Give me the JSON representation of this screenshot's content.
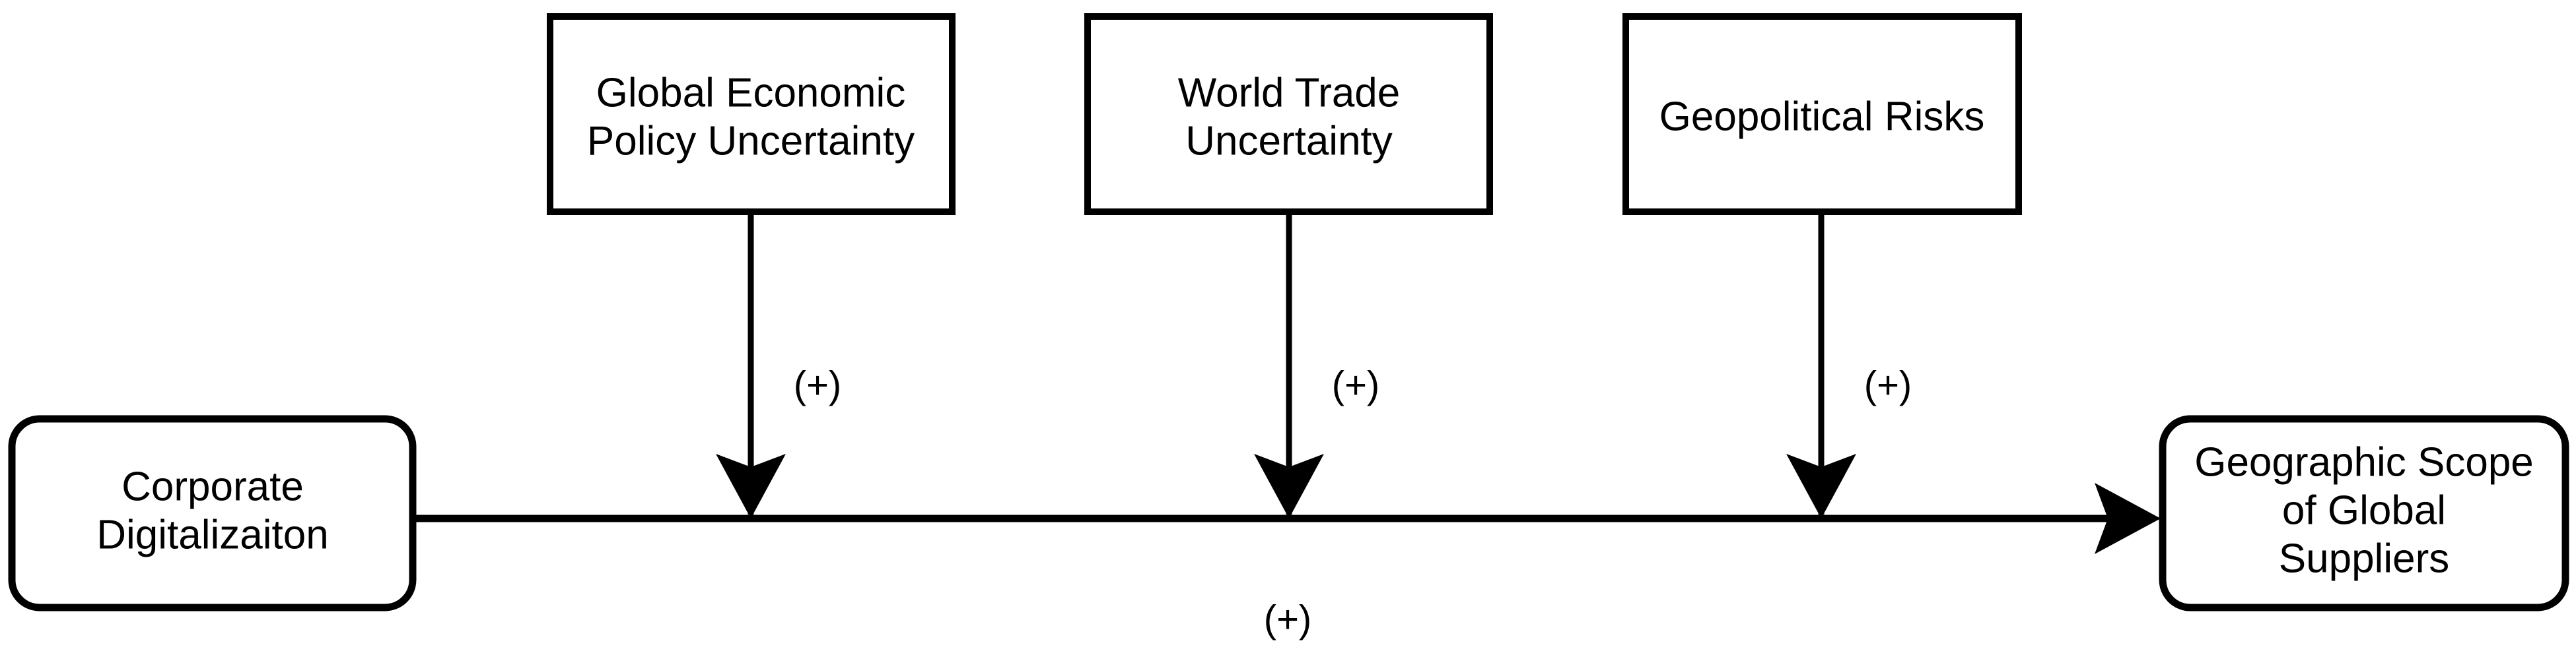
{
  "diagram": {
    "type": "conceptual-framework",
    "title_text": "",
    "colors": {
      "background": "#ffffff",
      "stroke": "#000000",
      "fill": "#ffffff",
      "text": "#000000"
    },
    "moderator_nodes": [
      {
        "id": "global-economic-policy-uncertainty",
        "shape": "rectangle",
        "lines": [
          "Global Economic",
          "Policy Uncertainty"
        ]
      },
      {
        "id": "world-trade-uncertainty",
        "shape": "rectangle",
        "lines": [
          "World Trade",
          "Uncertainty"
        ]
      },
      {
        "id": "geopolitical-risks",
        "shape": "rectangle",
        "lines": [
          "Geopolitical Risks"
        ]
      }
    ],
    "independent_node": {
      "id": "corporate-digitalizaiton",
      "shape": "rounded-rectangle",
      "lines": [
        "Corporate",
        "Digitalizaiton"
      ]
    },
    "dependent_node": {
      "id": "geographic-scope-of-global-suppliers",
      "shape": "rounded-rectangle",
      "lines": [
        "Geographic Scope",
        "of Global",
        "Suppliers"
      ]
    },
    "edges": [
      {
        "id": "main-effect",
        "from": "corporate-digitalizaiton",
        "to": "geographic-scope-of-global-suppliers",
        "orientation": "horizontal",
        "sign_label": "(+)"
      },
      {
        "id": "moderation-gepu",
        "from": "global-economic-policy-uncertainty",
        "to": "main-effect",
        "orientation": "vertical",
        "sign_label": "(+)"
      },
      {
        "id": "moderation-wtu",
        "from": "world-trade-uncertainty",
        "to": "main-effect",
        "orientation": "vertical",
        "sign_label": "(+)"
      },
      {
        "id": "moderation-gpr",
        "from": "geopolitical-risks",
        "to": "main-effect",
        "orientation": "vertical",
        "sign_label": "(+)"
      }
    ]
  }
}
